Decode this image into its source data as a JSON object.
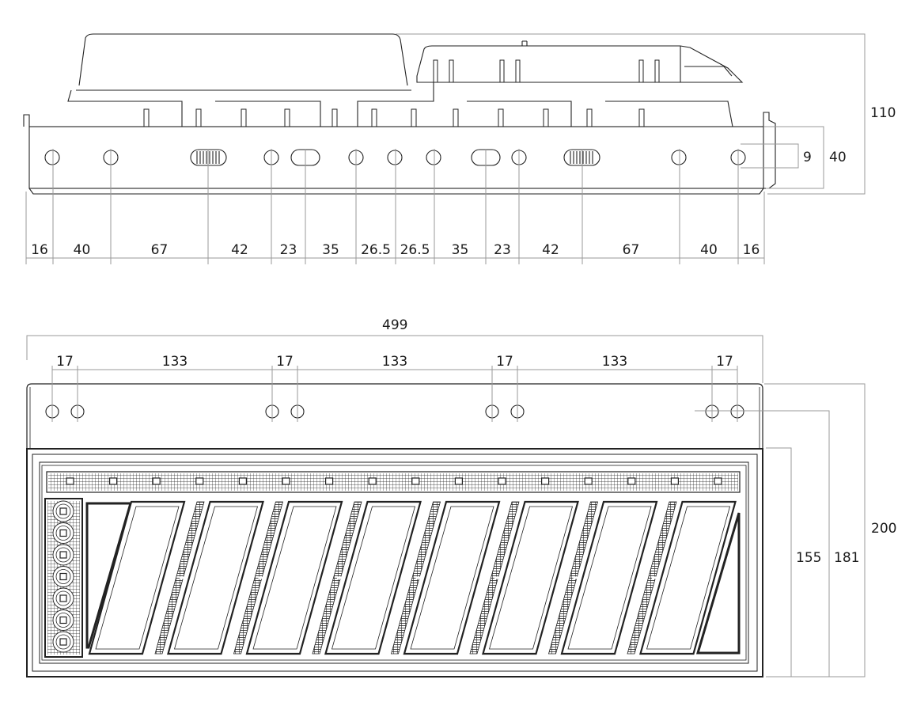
{
  "side_view": {
    "segment_labels": [
      "16",
      "40",
      "67",
      "42",
      "23",
      "35",
      "26.5",
      "26.5",
      "35",
      "23",
      "42",
      "67",
      "40",
      "16"
    ],
    "height_label": "110",
    "flange_height_label": "40",
    "hole_diameter_label": "9"
  },
  "front_view": {
    "overall_width_label": "499",
    "spacing_labels": [
      "17",
      "133",
      "17",
      "133",
      "17",
      "133",
      "17"
    ],
    "height_labels": [
      "155",
      "181",
      "200"
    ]
  }
}
